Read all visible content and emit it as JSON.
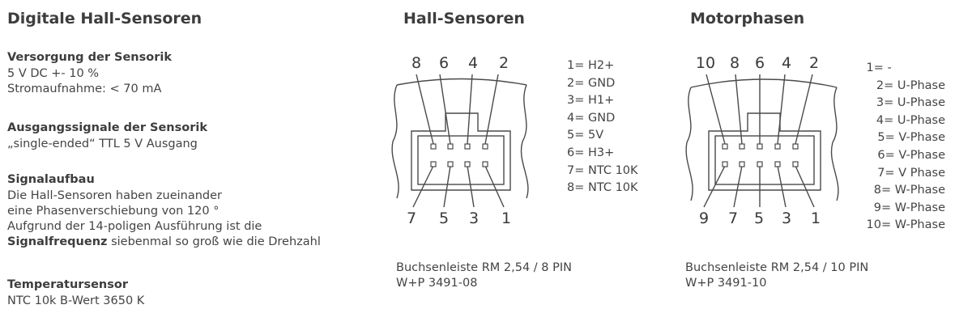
{
  "left": {
    "title": "Digitale Hall-Sensoren",
    "sections": [
      {
        "heading": "Versorgung der Sensorik",
        "lines": [
          "5 V DC +- 10 %",
          "Stromaufnahme: < 70 mA"
        ]
      },
      {
        "heading": "Ausgangssignale der Sensorik",
        "lines": [
          "„single-ended“ TTL 5 V Ausgang"
        ]
      },
      {
        "heading": "Signalaufbau",
        "lines": [
          "Die Hall-Sensoren haben zueinander",
          "eine Phasenverschiebung von 120 °",
          "Aufgrund der 14-poligen Ausführung ist die"
        ],
        "last_bold": "Signalfrequenz",
        "last_rest": " siebenmal so groß wie die Drehzahl"
      },
      {
        "heading": "Temperatursensor",
        "lines": [
          "NTC 10k B-Wert 3650 K"
        ]
      }
    ]
  },
  "hall": {
    "title": "Hall-Sensoren",
    "top_pins": [
      "8",
      "6",
      "4",
      "2"
    ],
    "bottom_pins": [
      "7",
      "5",
      "3",
      "1"
    ],
    "legend": [
      "1= H2+",
      "2= GND",
      "3= H1+",
      "4= GND",
      "5= 5V",
      "6= H3+",
      "7= NTC 10K",
      "8= NTC 10K"
    ],
    "caption": [
      "Buchsenleiste RM 2,54 / 8 PIN",
      "W+P 3491-08"
    ]
  },
  "motor": {
    "title": "Motorphasen",
    "top_pins": [
      "10",
      "8",
      "6",
      "4",
      "2"
    ],
    "bottom_pins": [
      "9",
      "7",
      "5",
      "3",
      "1"
    ],
    "legend": [
      "1= -",
      "2= U-Phase",
      "3= U-Phase",
      "4= U-Phase",
      "5= V-Phase",
      "6= V-Phase",
      "7= V Phase",
      "8= W-Phase",
      "9= W-Phase",
      "10= W-Phase"
    ],
    "caption": [
      "Buchsenleiste RM 2,54 / 10 PIN",
      "W+P 3491-10"
    ]
  }
}
